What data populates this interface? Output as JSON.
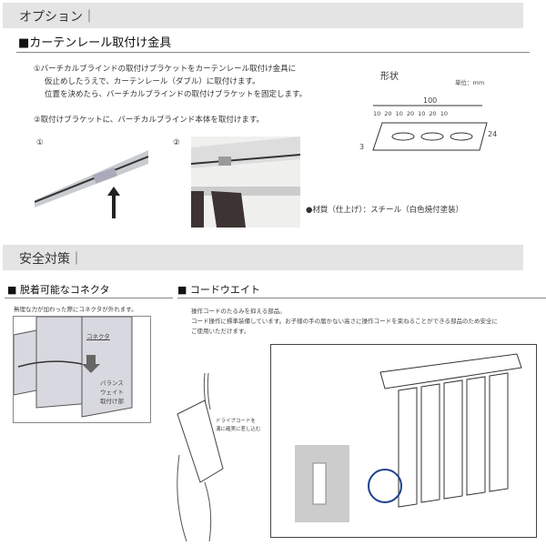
{
  "sections": {
    "options": {
      "title": "オプション｜"
    },
    "rail_bracket": {
      "title": "■カーテンレール取付け金具",
      "steps": [
        "①バーチカルブラインドの取付けブラケットをカーテンレール取付け金具に",
        "仮止めしたうえで、カーテンレール（ダブル）に取付けます。",
        "位置を決めたら、バーチカルブラインドの取付けブラケットを固定します。",
        "②取付けブラケットに、バーチカルブラインド本体を取付けます。"
      ],
      "photo_labels": [
        "①",
        "②"
      ],
      "shape": {
        "title": "形状",
        "unit": "単位：mm",
        "total": "100",
        "segments": [
          "10",
          "20",
          "10",
          "20",
          "10",
          "20",
          "10"
        ],
        "height": "24",
        "thickness": "3"
      },
      "material": "●材質（仕上げ）：スチール（白色焼付塗装）"
    },
    "safety": {
      "title": "安全対策｜"
    },
    "connector": {
      "title": "■ 脱着可能なコネクタ",
      "desc": "無理な力が加わった際にコネクタが外れます。",
      "label_connector": "コネクタ",
      "label_weight": [
        "バランス",
        "ウェイト",
        "取付け部"
      ]
    },
    "cord_weight": {
      "title": "■ コードウエイト",
      "desc": [
        "操作コードのたるみを抑える部品。",
        "コード操作に標準装備しています。お子様の手の届かない高さに操作コードを束ねることができる部品のため安全に",
        "ご使用いただけます。"
      ],
      "callout": [
        "ドライブコードを",
        "溝に確実に差し込む"
      ]
    }
  },
  "colors": {
    "bar": "#e4e4e4",
    "slat": "#3d3333",
    "accent_circle": "#1a3f8f"
  }
}
